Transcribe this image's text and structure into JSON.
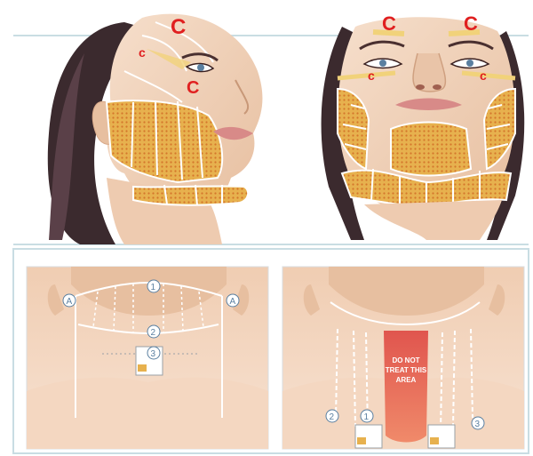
{
  "top": {
    "left_face_labels": [
      "C",
      "c",
      "C"
    ],
    "right_face_labels": [
      "C",
      "C",
      "c",
      "c"
    ]
  },
  "bottom": {
    "left_panel": {
      "markers": [
        "1",
        "2",
        "3",
        "A",
        "A"
      ]
    },
    "right_panel": {
      "markers": [
        "1",
        "2",
        "3"
      ],
      "warning_lines": [
        "DO NOT",
        "TREAT THIS",
        "AREA"
      ]
    }
  },
  "colors": {
    "skin": "#f2d2b6",
    "treatment_zone": "#e7b14e",
    "treatment_dots": "#d4762b",
    "label_red": "#e02020",
    "warning_zone": "#e0554e",
    "guide_blue": "#5a7fa0"
  }
}
